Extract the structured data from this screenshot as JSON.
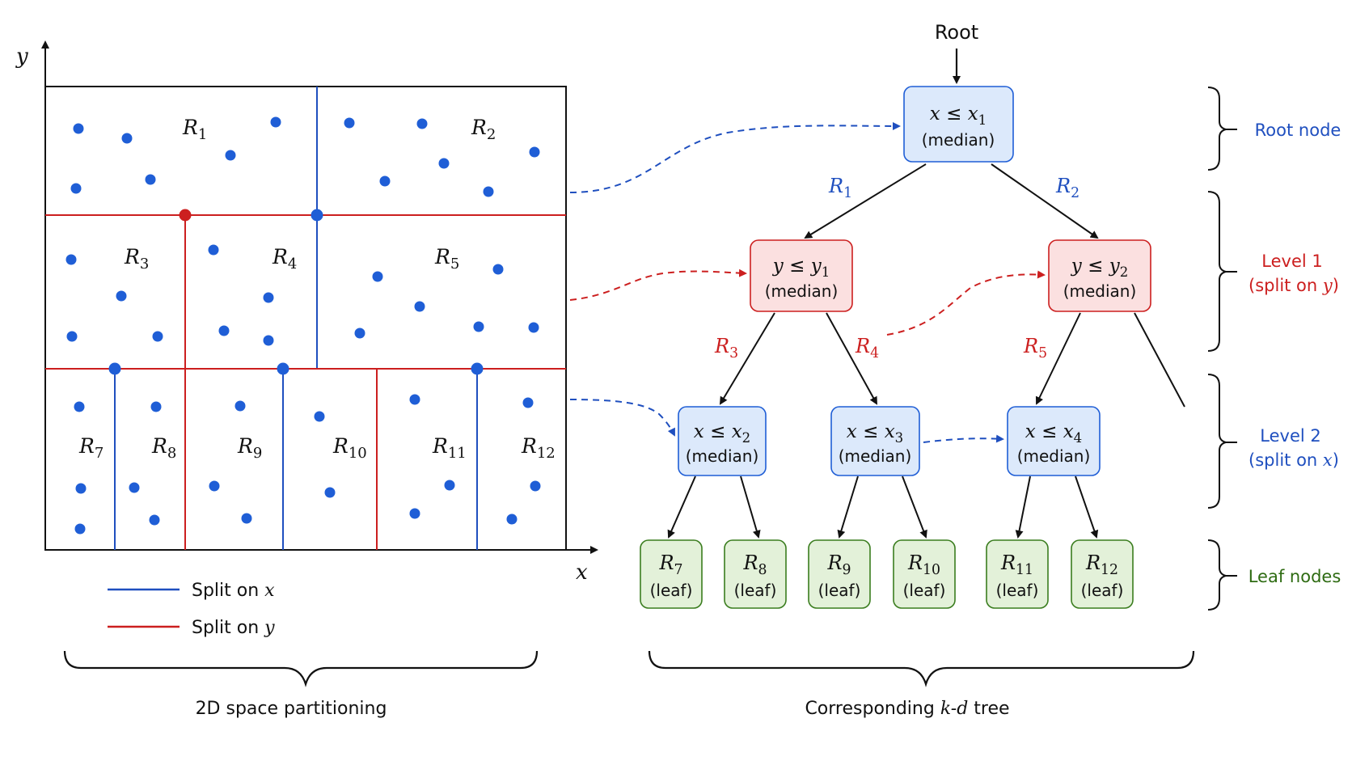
{
  "colors": {
    "blue": "#1f4fbf",
    "blue_dot": "#1f5ed6",
    "red": "#cc1f1f",
    "green": "#2e6b12",
    "black": "#111111",
    "node_blue_fill": "#dce9fb",
    "node_red_fill": "#fbe0e0",
    "node_green_fill": "#e3f1d9"
  },
  "left_panel": {
    "axis_x_label": "x",
    "axis_y_label": "y",
    "regions": [
      "R1",
      "R2",
      "R3",
      "R4",
      "R5",
      "R7",
      "R8",
      "R9",
      "R10",
      "R11",
      "R12"
    ],
    "legend": {
      "split_x": "Split on x",
      "split_y": "Split on y"
    },
    "caption": "2D space partitioning"
  },
  "tree": {
    "root_label": "Root",
    "nodes": {
      "root": {
        "cond": "x ≤ x1",
        "sub": "(median)"
      },
      "l1a": {
        "cond": "y ≤ y1",
        "sub": "(median)"
      },
      "l1b": {
        "cond": "y ≤ y2",
        "sub": "(median)"
      },
      "l2a": {
        "cond": "x ≤ x2",
        "sub": "(median)"
      },
      "l2b": {
        "cond": "x ≤ x3",
        "sub": "(median)"
      },
      "l2c": {
        "cond": "x ≤ x4",
        "sub": "(median)"
      }
    },
    "edge_labels": [
      "R1",
      "R2",
      "R3",
      "R4",
      "R5"
    ],
    "leaves": [
      {
        "name": "R7",
        "sub": "(leaf)"
      },
      {
        "name": "R8",
        "sub": "(leaf)"
      },
      {
        "name": "R9",
        "sub": "(leaf)"
      },
      {
        "name": "R10",
        "sub": "(leaf)"
      },
      {
        "name": "R11",
        "sub": "(leaf)"
      },
      {
        "name": "R12",
        "sub": "(leaf)"
      }
    ],
    "caption": "Corresponding k-d tree"
  },
  "levels": {
    "root": "Root node",
    "level1_line1": "Level 1",
    "level1_line2": "(split on y)",
    "level2_line1": "Level 2",
    "level2_line2": "(split on x)",
    "leaf": "Leaf nodes"
  }
}
